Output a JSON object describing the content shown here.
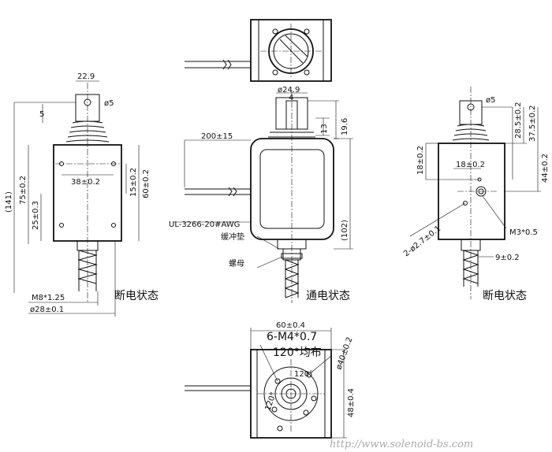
{
  "views": {
    "left": {
      "caption": "断电状态"
    },
    "center": {
      "caption": "通电状态"
    },
    "right": {
      "caption": "断电状态"
    }
  },
  "dimensions": {
    "left": {
      "width_top": "22.9",
      "dia_5": "ø5",
      "gap_5": "5",
      "total_141": "(141)",
      "len_75": "75±0.2",
      "len_25": "25±0.3",
      "hole_38": "38±0.2",
      "h_15": "15±0.2",
      "h_60": "60±0.2",
      "thread": "M8*1.25",
      "dia_28": "ø28±0.1"
    },
    "center": {
      "dia_249": "ø24.9",
      "w_4": "4",
      "h_13": "13",
      "h_196": "19.6",
      "wire_len": "200±15",
      "wire_spec": "UL-3266-20#AWG",
      "len_102": "(102)",
      "buffer_pad": "缓冲垫",
      "nut": "螺母"
    },
    "right": {
      "dia_5": "ø5",
      "h_285": "28.5±0.2",
      "h_375": "37.5±0.2",
      "h_18a": "18±0.2",
      "h_18b": "18±0.2",
      "h_44": "44±0.2",
      "holes_27": "2-ø2.7±0.1",
      "m3": "M3*0.5",
      "w_9": "9±0.2"
    },
    "bottom": {
      "w_60": "60±0.4",
      "holes_m4": "6-M4*0.7",
      "dist": "120°均布",
      "dia_40": "ø40±0.2",
      "h_48": "48±0.4",
      "angle_a": "120°",
      "angle_b": "120°"
    }
  },
  "watermark": "http://www.solenoid-bs.com"
}
